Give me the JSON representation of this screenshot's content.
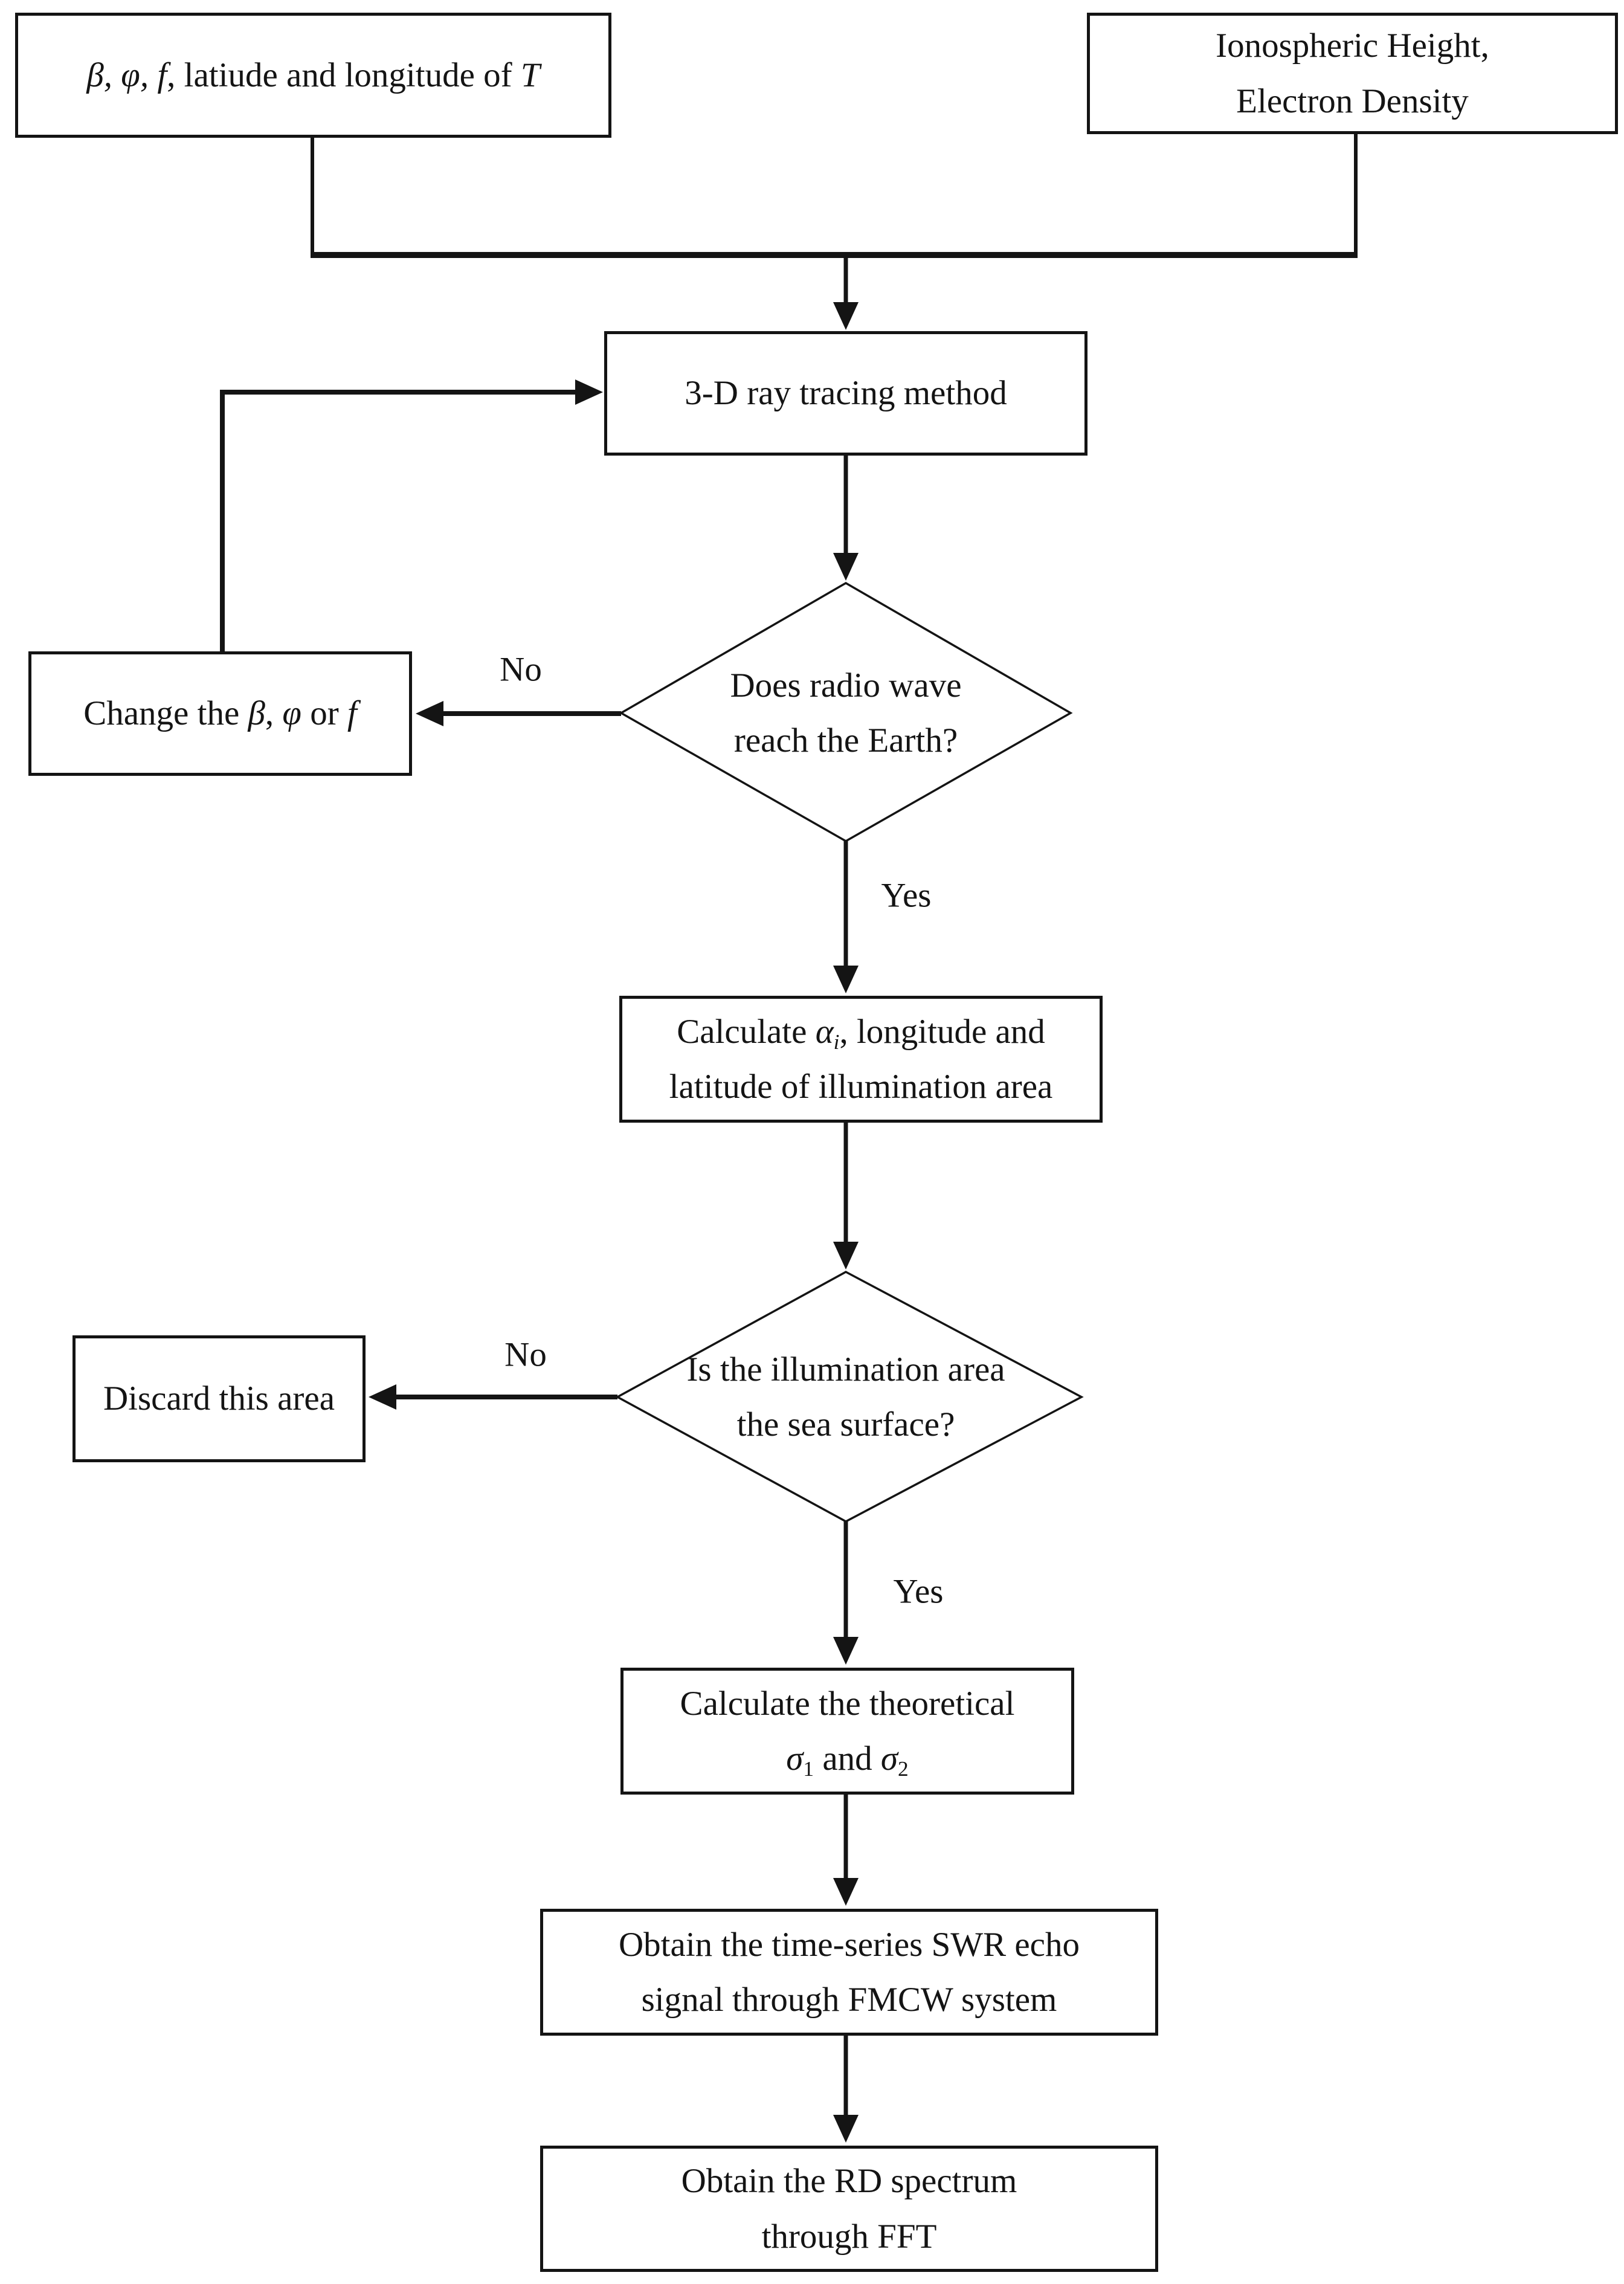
{
  "figure": {
    "background": "#ffffff",
    "line_color": "#141414",
    "type": "flowchart"
  },
  "nodes": {
    "input_left": {
      "vars": "β, φ, f",
      "rest": ", latiude and longitude of ",
      "tvar": "T"
    },
    "input_right": {
      "line1": "Ionospheric Height,",
      "line2": "Electron Density"
    },
    "raytracing": {
      "label": "3-D ray tracing method"
    },
    "decision_reach_earth": {
      "line1": "Does radio wave",
      "line2": "reach the Earth?"
    },
    "change_params": {
      "p0": "Change the ",
      "beta": "β",
      "c1": ", ",
      "phi": "φ",
      "c2": " or ",
      "fvar": "f"
    },
    "calc_alpha": {
      "p0": "Calculate ",
      "alpha": "α",
      "alpha_sub": "i",
      "p1": ", longitude and",
      "line2": "latitude of illumination area"
    },
    "decision_sea_surface": {
      "line1": "Is the illumination area",
      "line2": "the sea surface?"
    },
    "discard": {
      "label": "Discard this area"
    },
    "calc_sigma": {
      "line1": "Calculate the theoretical",
      "sigma1": "σ",
      "sub1": "1",
      "mid": " and ",
      "sigma2": "σ",
      "sub2": "2"
    },
    "swr": {
      "line1": "Obtain the time-series SWR echo",
      "line2": "signal through FMCW system"
    },
    "rd": {
      "line1": "Obtain the RD spectrum",
      "line2": "through FFT"
    }
  },
  "edges": {
    "no1": "No",
    "yes1": "Yes",
    "no2": "No",
    "yes2": "Yes"
  }
}
